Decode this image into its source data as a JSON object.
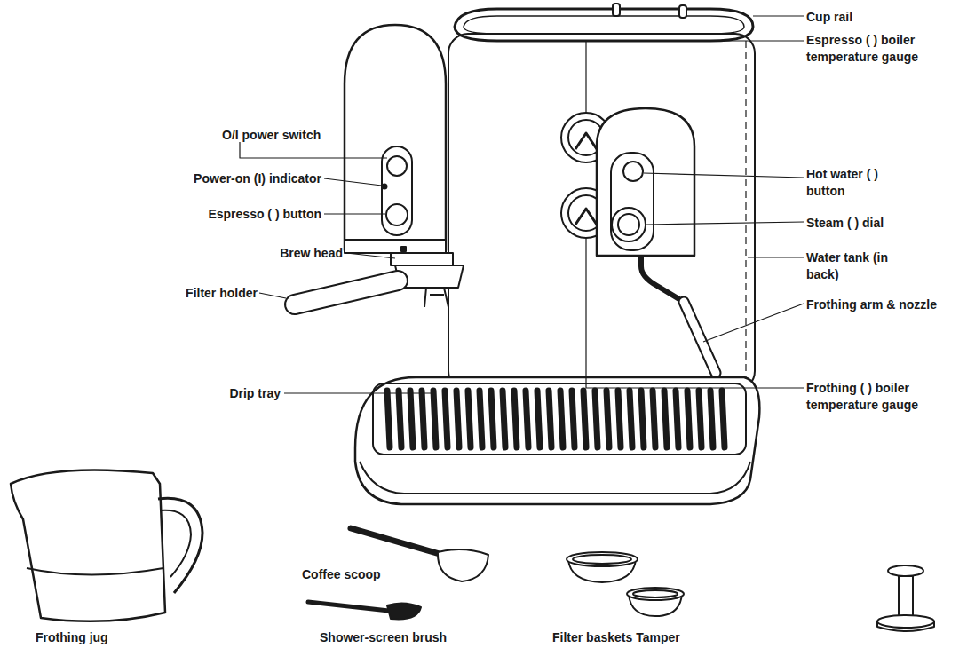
{
  "diagram": {
    "labels": [
      "Cup rail",
      "Espresso ( ) boiler temperature gauge",
      "O/I power switch",
      "Power-on (I) indicator",
      "Espresso ( ) button",
      "Hot water ( ) button",
      "Steam ( ) dial",
      "Brew head",
      "Water tank (in back)",
      "Filter holder",
      "Frothing arm & nozzle",
      "Drip tray",
      "Frothing ( ) boiler temperature gauge",
      "Coffee scoop",
      "Frothing jug",
      "Shower-screen brush",
      "Filter baskets Tamper"
    ]
  }
}
